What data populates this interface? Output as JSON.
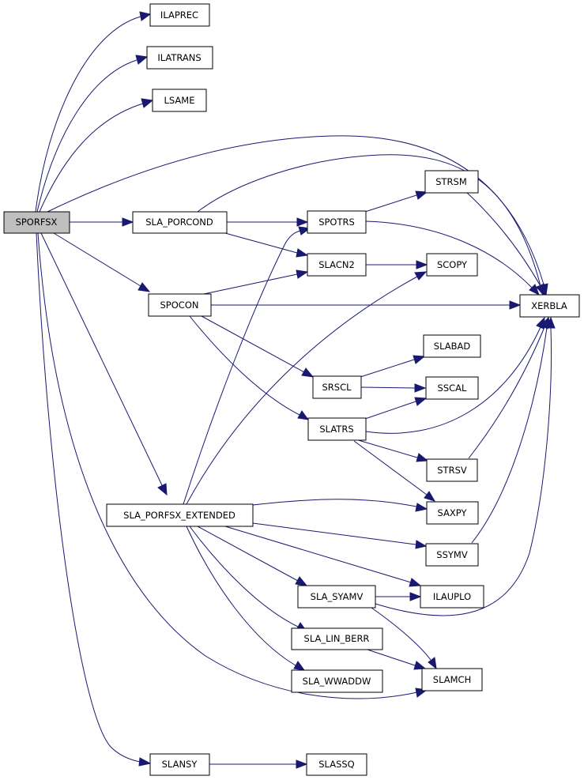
{
  "graph": {
    "title": "",
    "nodes": {
      "sporfsx": "SPORFSX",
      "ilaprec": "ILAPREC",
      "ilatrans": "ILATRANS",
      "lsame": "LSAME",
      "sla_porcond": "SLA_PORCOND",
      "spocon": "SPOCON",
      "sla_porfsx_extended": "SLA_PORFSX_EXTENDED",
      "slansy": "SLANSY",
      "spotrs": "SPOTRS",
      "slacn2": "SLACN2",
      "srscl": "SRSCL",
      "slatrs": "SLATRS",
      "sla_syamv": "SLA_SYAMV",
      "sla_lin_berr": "SLA_LIN_BERR",
      "sla_wwaddw": "SLA_WWADDW",
      "slassq": "SLASSQ",
      "strsm": "STRSM",
      "scopy": "SCOPY",
      "slabad": "SLABAD",
      "sscal": "SSCAL",
      "strsv": "STRSV",
      "saxpy": "SAXPY",
      "ssymv": "SSYMV",
      "ilauplo": "ILAUPLO",
      "slamch": "SLAMCH",
      "xerbla": "XERBLA"
    }
  }
}
